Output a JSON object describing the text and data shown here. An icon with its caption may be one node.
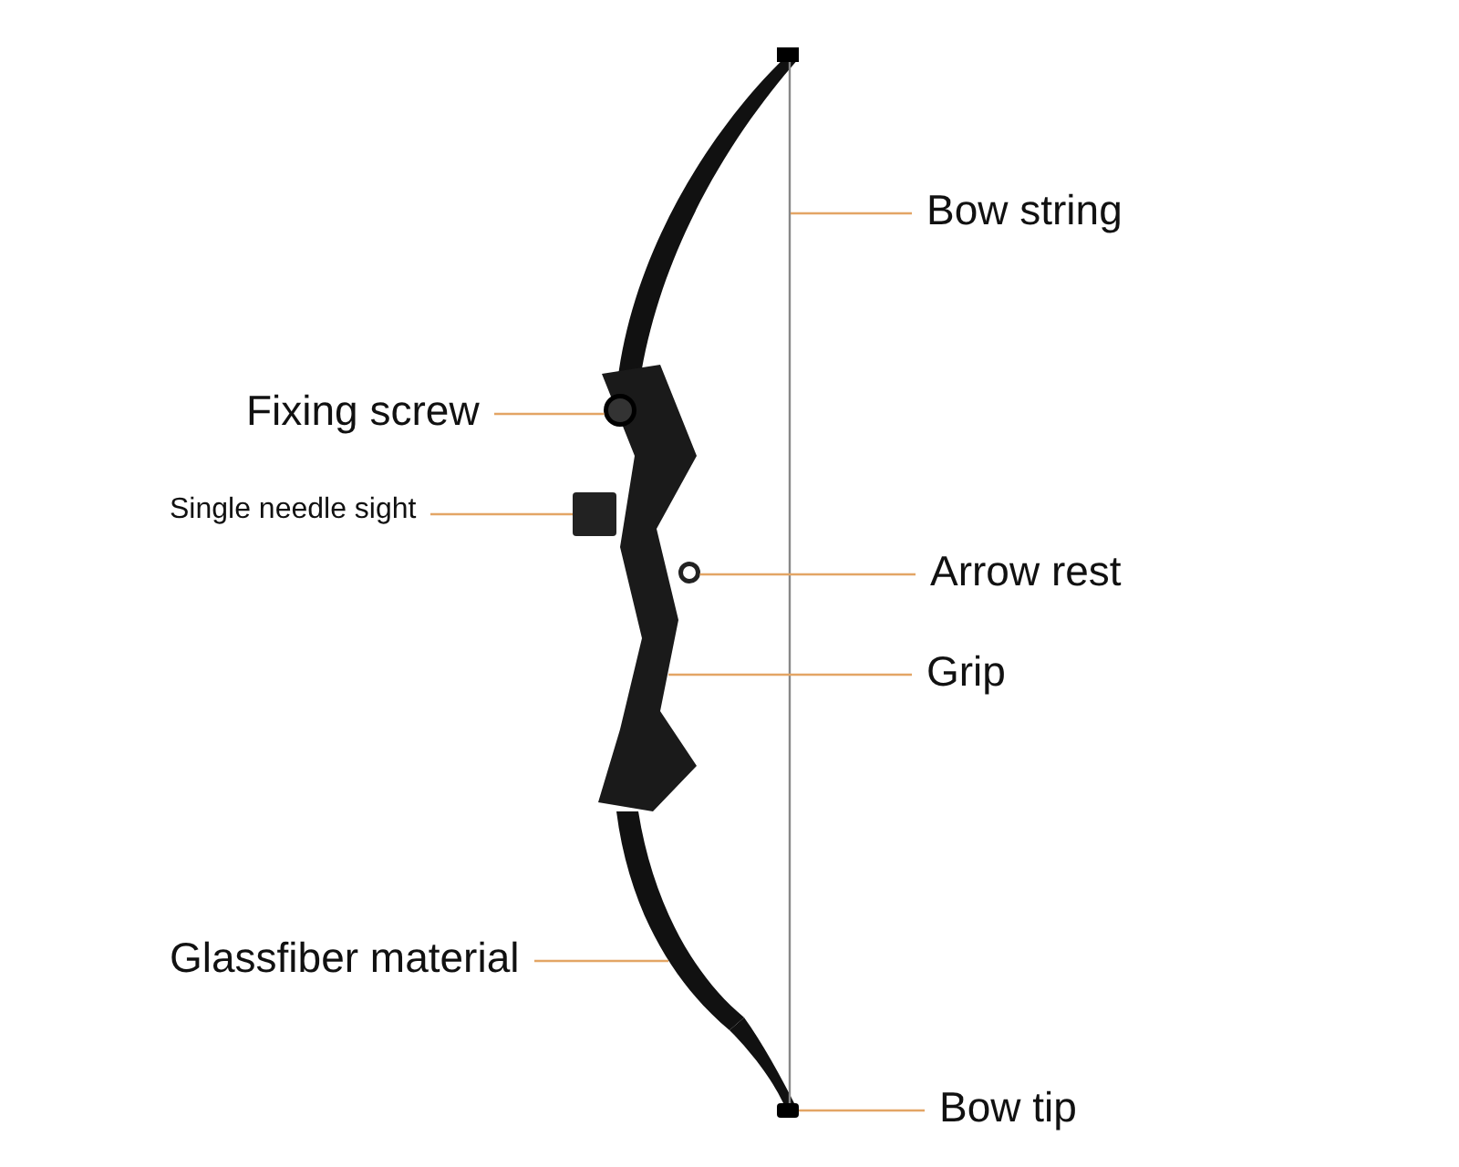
{
  "diagram": {
    "nodes": [
      {
        "text": [
          "Bow string"
        ]
      },
      {
        "text": [
          "Fixing screw"
        ]
      },
      {
        "text": [
          "Single needle sight"
        ]
      },
      {
        "text": [
          "Arrow rest"
        ]
      },
      {
        "text": [
          "Grip"
        ]
      },
      {
        "text": [
          "Glassfiber material"
        ]
      },
      {
        "text": [
          "Bow tip"
        ]
      },
      {
        "text": [],
        "shape": "picture"
      },
      {
        "text": [],
        "shape": "circle",
        "in": 11
      },
      {
        "text": [],
        "shape": "box"
      },
      {
        "text": [],
        "shape": "circle"
      },
      {
        "text": [],
        "shape": "picture"
      },
      {
        "text": [],
        "shape": "picture"
      },
      {
        "text": [],
        "shape": "box"
      }
    ],
    "edges": [
      {
        "from": 0,
        "to": 7,
        "arrow": "none"
      },
      {
        "from": 1,
        "to": 8,
        "arrow": "none"
      },
      {
        "from": 2,
        "to": 9,
        "arrow": "none"
      },
      {
        "from": 3,
        "to": 10,
        "arrow": "none"
      },
      {
        "from": 4,
        "to": 11,
        "arrow": "none"
      },
      {
        "from": 5,
        "to": 12,
        "arrow": "none"
      },
      {
        "from": 6,
        "to": 13,
        "arrow": "none"
      }
    ]
  }
}
